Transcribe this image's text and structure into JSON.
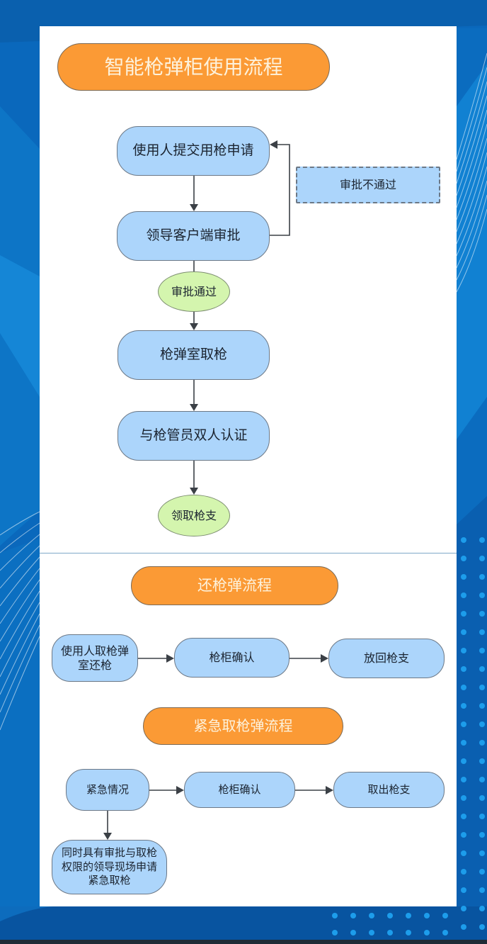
{
  "colors": {
    "page-bg": "#0a68bc",
    "header-fill": "#fb9a35",
    "header-border": "#7b6a56",
    "header-text": "#fdf2dc",
    "process-fill": "#acd5fb",
    "process-border": "#6c7886",
    "decision-fill": "#d4f5ae",
    "decision-border": "#7e8f72",
    "connector": "#3b4046",
    "text": "#1b2430"
  },
  "main_flow": {
    "title": "智能枪弹柜使用流程",
    "steps": [
      {
        "label": "使用人提交用枪申请",
        "shape": "process"
      },
      {
        "label": "领导客户端审批",
        "shape": "process"
      },
      {
        "label": "审批通过",
        "shape": "terminal"
      },
      {
        "label": "枪弹室取枪",
        "shape": "process"
      },
      {
        "label": "与枪管员双人认证",
        "shape": "process"
      },
      {
        "label": "领取枪支",
        "shape": "terminal"
      }
    ],
    "rejection": {
      "label": "审批不通过"
    }
  },
  "return_flow": {
    "title": "还枪弹流程",
    "steps": [
      {
        "lines": [
          "使用人取枪弹",
          "室还枪"
        ]
      },
      {
        "label": "枪柜确认"
      },
      {
        "label": "放回枪支"
      }
    ]
  },
  "emergency_flow": {
    "title": "紧急取枪弹流程",
    "steps": [
      {
        "label": "紧急情况"
      },
      {
        "label": "枪柜确认"
      },
      {
        "label": "取出枪支"
      }
    ],
    "branch": {
      "lines": [
        "同时具有审批与取枪",
        "权限的领导现场申请",
        "紧急取枪"
      ]
    }
  }
}
